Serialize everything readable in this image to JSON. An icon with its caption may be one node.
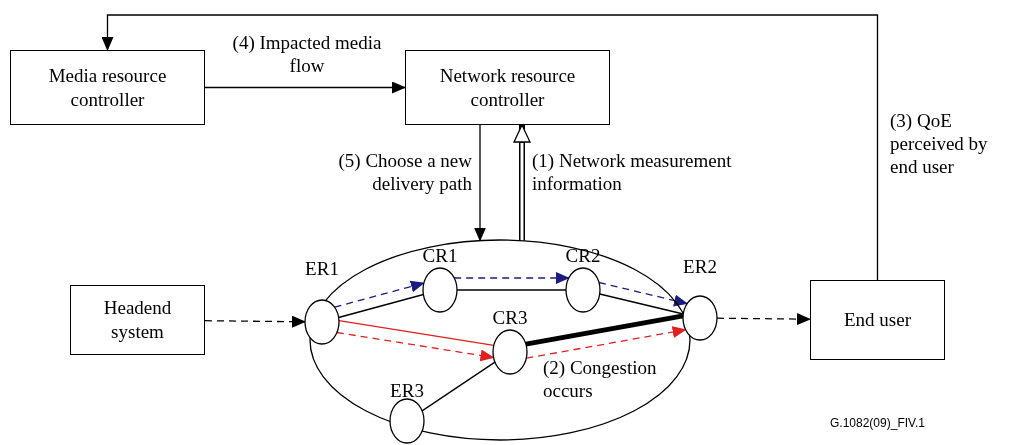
{
  "diagram": {
    "nodes": [
      {
        "text": [
          "Media resource controller"
        ]
      },
      {
        "text": [
          "Network resource controller"
        ]
      },
      {
        "text": [
          "Headend system"
        ]
      },
      {
        "text": [
          "End user"
        ]
      },
      {
        "text": [],
        "shape": "ellipse"
      },
      {
        "text": [
          "ER1"
        ]
      },
      {
        "text": [
          "CR1"
        ],
        "in": 4
      },
      {
        "text": [
          "CR2"
        ],
        "in": 4
      },
      {
        "text": [
          "CR3"
        ],
        "in": 4
      },
      {
        "text": [
          "ER2"
        ]
      },
      {
        "text": [
          "ER3"
        ],
        "in": 4
      }
    ],
    "edges": [
      {
        "from": 0,
        "to": 1,
        "arrow": "to",
        "label": "(4) Impacted media flow"
      },
      {
        "from": 1,
        "to": 4,
        "arrow": "to",
        "label": "(5) Choose a new delivery path"
      },
      {
        "from": 4,
        "to": 1,
        "arrow": "to",
        "label": "(1) Network measurement information",
        "style": "thick"
      },
      {
        "from": 3,
        "to": 0,
        "arrow": "to",
        "label": "(3) QoE perceived by end user"
      },
      {
        "from": 2,
        "to": 5,
        "arrow": "to",
        "style": "dashed"
      },
      {
        "from": 9,
        "to": 3,
        "arrow": "to",
        "style": "dashed"
      },
      {
        "from": 5,
        "to": 6,
        "arrow": "none"
      },
      {
        "from": 6,
        "to": 7,
        "arrow": "none"
      },
      {
        "from": 7,
        "to": 9,
        "arrow": "none"
      },
      {
        "from": 5,
        "to": 8,
        "arrow": "none",
        "color": "#e02020"
      },
      {
        "from": 8,
        "to": 9,
        "arrow": "none",
        "style": "thick"
      },
      {
        "from": 8,
        "to": 10,
        "arrow": "none"
      },
      {
        "from": 5,
        "to": 6,
        "arrow": "to",
        "style": "dashed",
        "color": "#1c1c80"
      },
      {
        "from": 6,
        "to": 7,
        "arrow": "to",
        "style": "dashed",
        "color": "#1c1c80"
      },
      {
        "from": 7,
        "to": 9,
        "arrow": "to",
        "style": "dashed",
        "color": "#1c1c80"
      },
      {
        "from": 5,
        "to": 8,
        "arrow": "to",
        "style": "dashed",
        "color": "#e02020"
      },
      {
        "from": 8,
        "to": 9,
        "arrow": "to",
        "style": "dashed",
        "color": "#e02020"
      }
    ],
    "labels": [
      "(2) Congestion occurs",
      "G.1082(09)_FIV.1"
    ]
  }
}
